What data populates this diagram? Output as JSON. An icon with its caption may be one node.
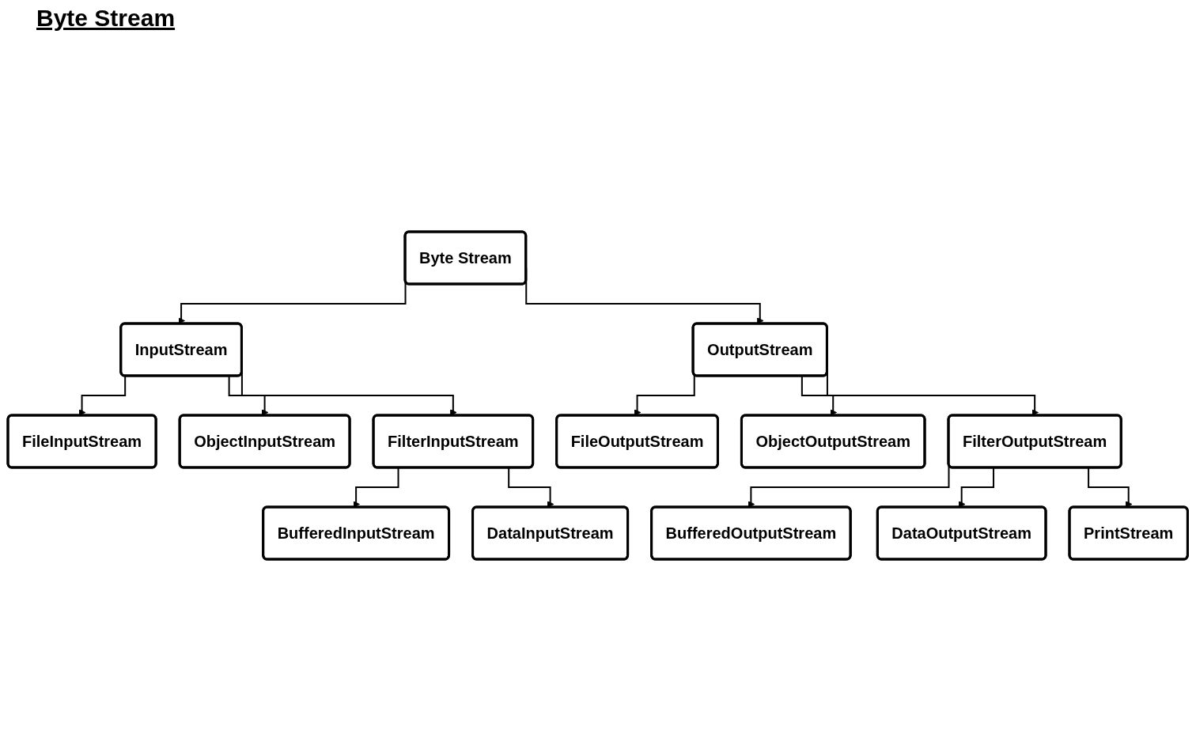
{
  "diagram": {
    "title": "Byte Stream",
    "nodes": [
      {
        "text": [
          "Byte Stream"
        ]
      },
      {
        "text": [
          "InputStream"
        ]
      },
      {
        "text": [
          "OutputStream"
        ]
      },
      {
        "text": [
          "FileInputStream"
        ]
      },
      {
        "text": [
          "ObjectInputStream"
        ]
      },
      {
        "text": [
          "FileOutputStream"
        ]
      },
      {
        "text": [
          "ObjectOutputStream"
        ]
      },
      {
        "text": [
          "FilterInputStream"
        ]
      },
      {
        "text": [
          "FilterOutputStream"
        ]
      },
      {
        "text": [
          "BufferedInputStream"
        ]
      },
      {
        "text": [
          "DataInputStream"
        ]
      },
      {
        "text": [
          "BufferedOutputStream"
        ]
      },
      {
        "text": [
          "DataOutputStream"
        ]
      },
      {
        "text": [
          "PrintStream"
        ]
      }
    ],
    "edges": [
      {
        "from": 0,
        "to": 1,
        "arrow": "to"
      },
      {
        "from": 0,
        "to": 2,
        "arrow": "to"
      },
      {
        "from": 1,
        "to": 3,
        "arrow": "to"
      },
      {
        "from": 1,
        "to": 4,
        "arrow": "to"
      },
      {
        "from": 1,
        "to": 7,
        "arrow": "to"
      },
      {
        "from": 2,
        "to": 5,
        "arrow": "to"
      },
      {
        "from": 2,
        "to": 6,
        "arrow": "to"
      },
      {
        "from": 2,
        "to": 8,
        "arrow": "to"
      },
      {
        "from": 7,
        "to": 9,
        "arrow": "to"
      },
      {
        "from": 7,
        "to": 10,
        "arrow": "to"
      },
      {
        "from": 8,
        "to": 11,
        "arrow": "to"
      },
      {
        "from": 8,
        "to": 12,
        "arrow": "to"
      },
      {
        "from": 8,
        "to": 13,
        "arrow": "to"
      }
    ]
  }
}
